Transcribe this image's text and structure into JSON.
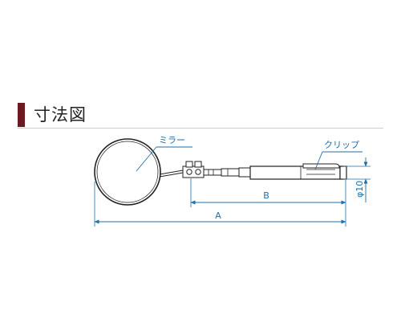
{
  "section": {
    "title": "寸法図"
  },
  "labels": {
    "mirror": "ミラー",
    "clip": "クリップ"
  },
  "dimensions": {
    "a": "A",
    "b": "B",
    "diameter": "φ10"
  },
  "colors": {
    "accent_bar": "#6b1a1f",
    "dimension_line": "#1f6fa8",
    "drawing_line": "#222222"
  }
}
